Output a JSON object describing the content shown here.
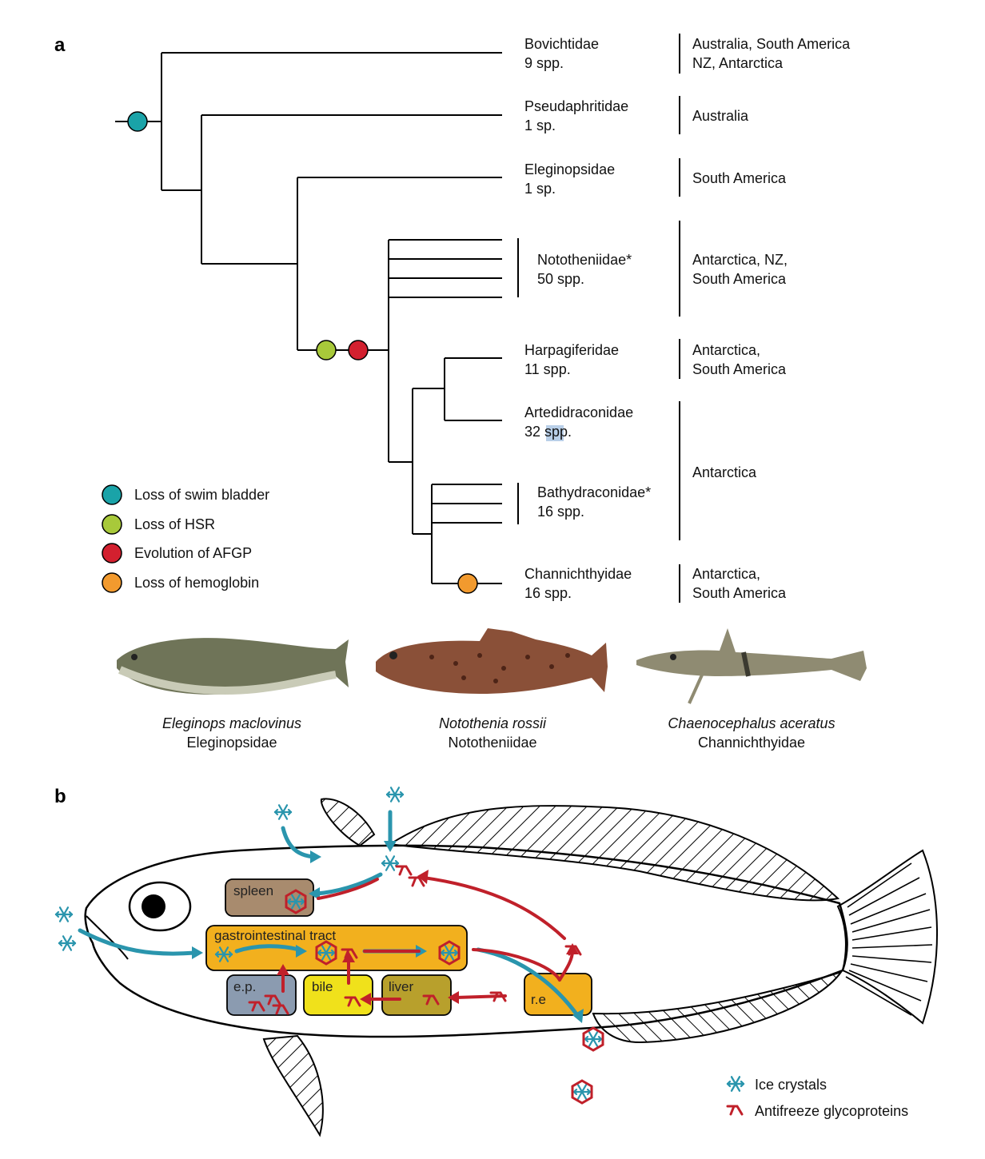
{
  "panels": {
    "a": "a",
    "b": "b"
  },
  "phylogeny": {
    "taxa": [
      {
        "family": "Bovichtidae",
        "species": "9 spp.",
        "distribution": [
          "Australia, South America",
          "NZ, Antarctica"
        ]
      },
      {
        "family": "Pseudaphritidae",
        "species": "1 sp.",
        "distribution": [
          "Australia"
        ]
      },
      {
        "family": "Eleginopsidae",
        "species": "1 sp.",
        "distribution": [
          "South America"
        ]
      },
      {
        "family": "Nototheniidae*",
        "species": "50 spp.",
        "distribution": [
          "Antarctica, NZ,",
          "South America"
        ]
      },
      {
        "family": "Harpagiferidae",
        "species": "11 spp.",
        "distribution": [
          "Antarctica,",
          "South America"
        ]
      },
      {
        "family": "Artedidraconidae",
        "species": "32 spp.",
        "distribution": []
      },
      {
        "family": "Bathydraconidae*",
        "species": "16 spp.",
        "distribution": [
          "Antarctica"
        ]
      },
      {
        "family": "Channichthyidae",
        "species": "16 spp.",
        "distribution": [
          "Antarctica,",
          "South America"
        ]
      }
    ]
  },
  "legend_a": [
    {
      "label": "Loss of swim bladder",
      "color": "#1aa3a8"
    },
    {
      "label": "Loss of HSR",
      "color": "#a8c93a"
    },
    {
      "label": "Evolution of AFGP",
      "color": "#d3202f"
    },
    {
      "label": "Loss of hemoglobin",
      "color": "#f29a2e"
    }
  ],
  "fish_photos": [
    {
      "species": "Eleginops maclovinus",
      "family": "Eleginopsidae"
    },
    {
      "species": "Notothenia rossii",
      "family": "Nototheniidae"
    },
    {
      "species": "Chaenocephalus aceratus",
      "family": "Channichthyidae"
    }
  ],
  "organs": {
    "spleen": "spleen",
    "gi": "gastrointestinal tract",
    "ep": "e.p.",
    "bile": "bile",
    "liver": "liver",
    "re": "r.e"
  },
  "organ_colors": {
    "spleen": "#a88b6e",
    "gi": "#f2b01e",
    "ep": "#8b9bb0",
    "bile": "#f0e11b",
    "liver": "#b8a02c",
    "re": "#f2b01e"
  },
  "legend_b": [
    {
      "label": "Ice crystals",
      "icon": "snowflake-icon",
      "color": "#2a95ad"
    },
    {
      "label": "Antifreeze glycoproteins",
      "icon": "afgp-icon",
      "color": "#c0202a"
    }
  ]
}
